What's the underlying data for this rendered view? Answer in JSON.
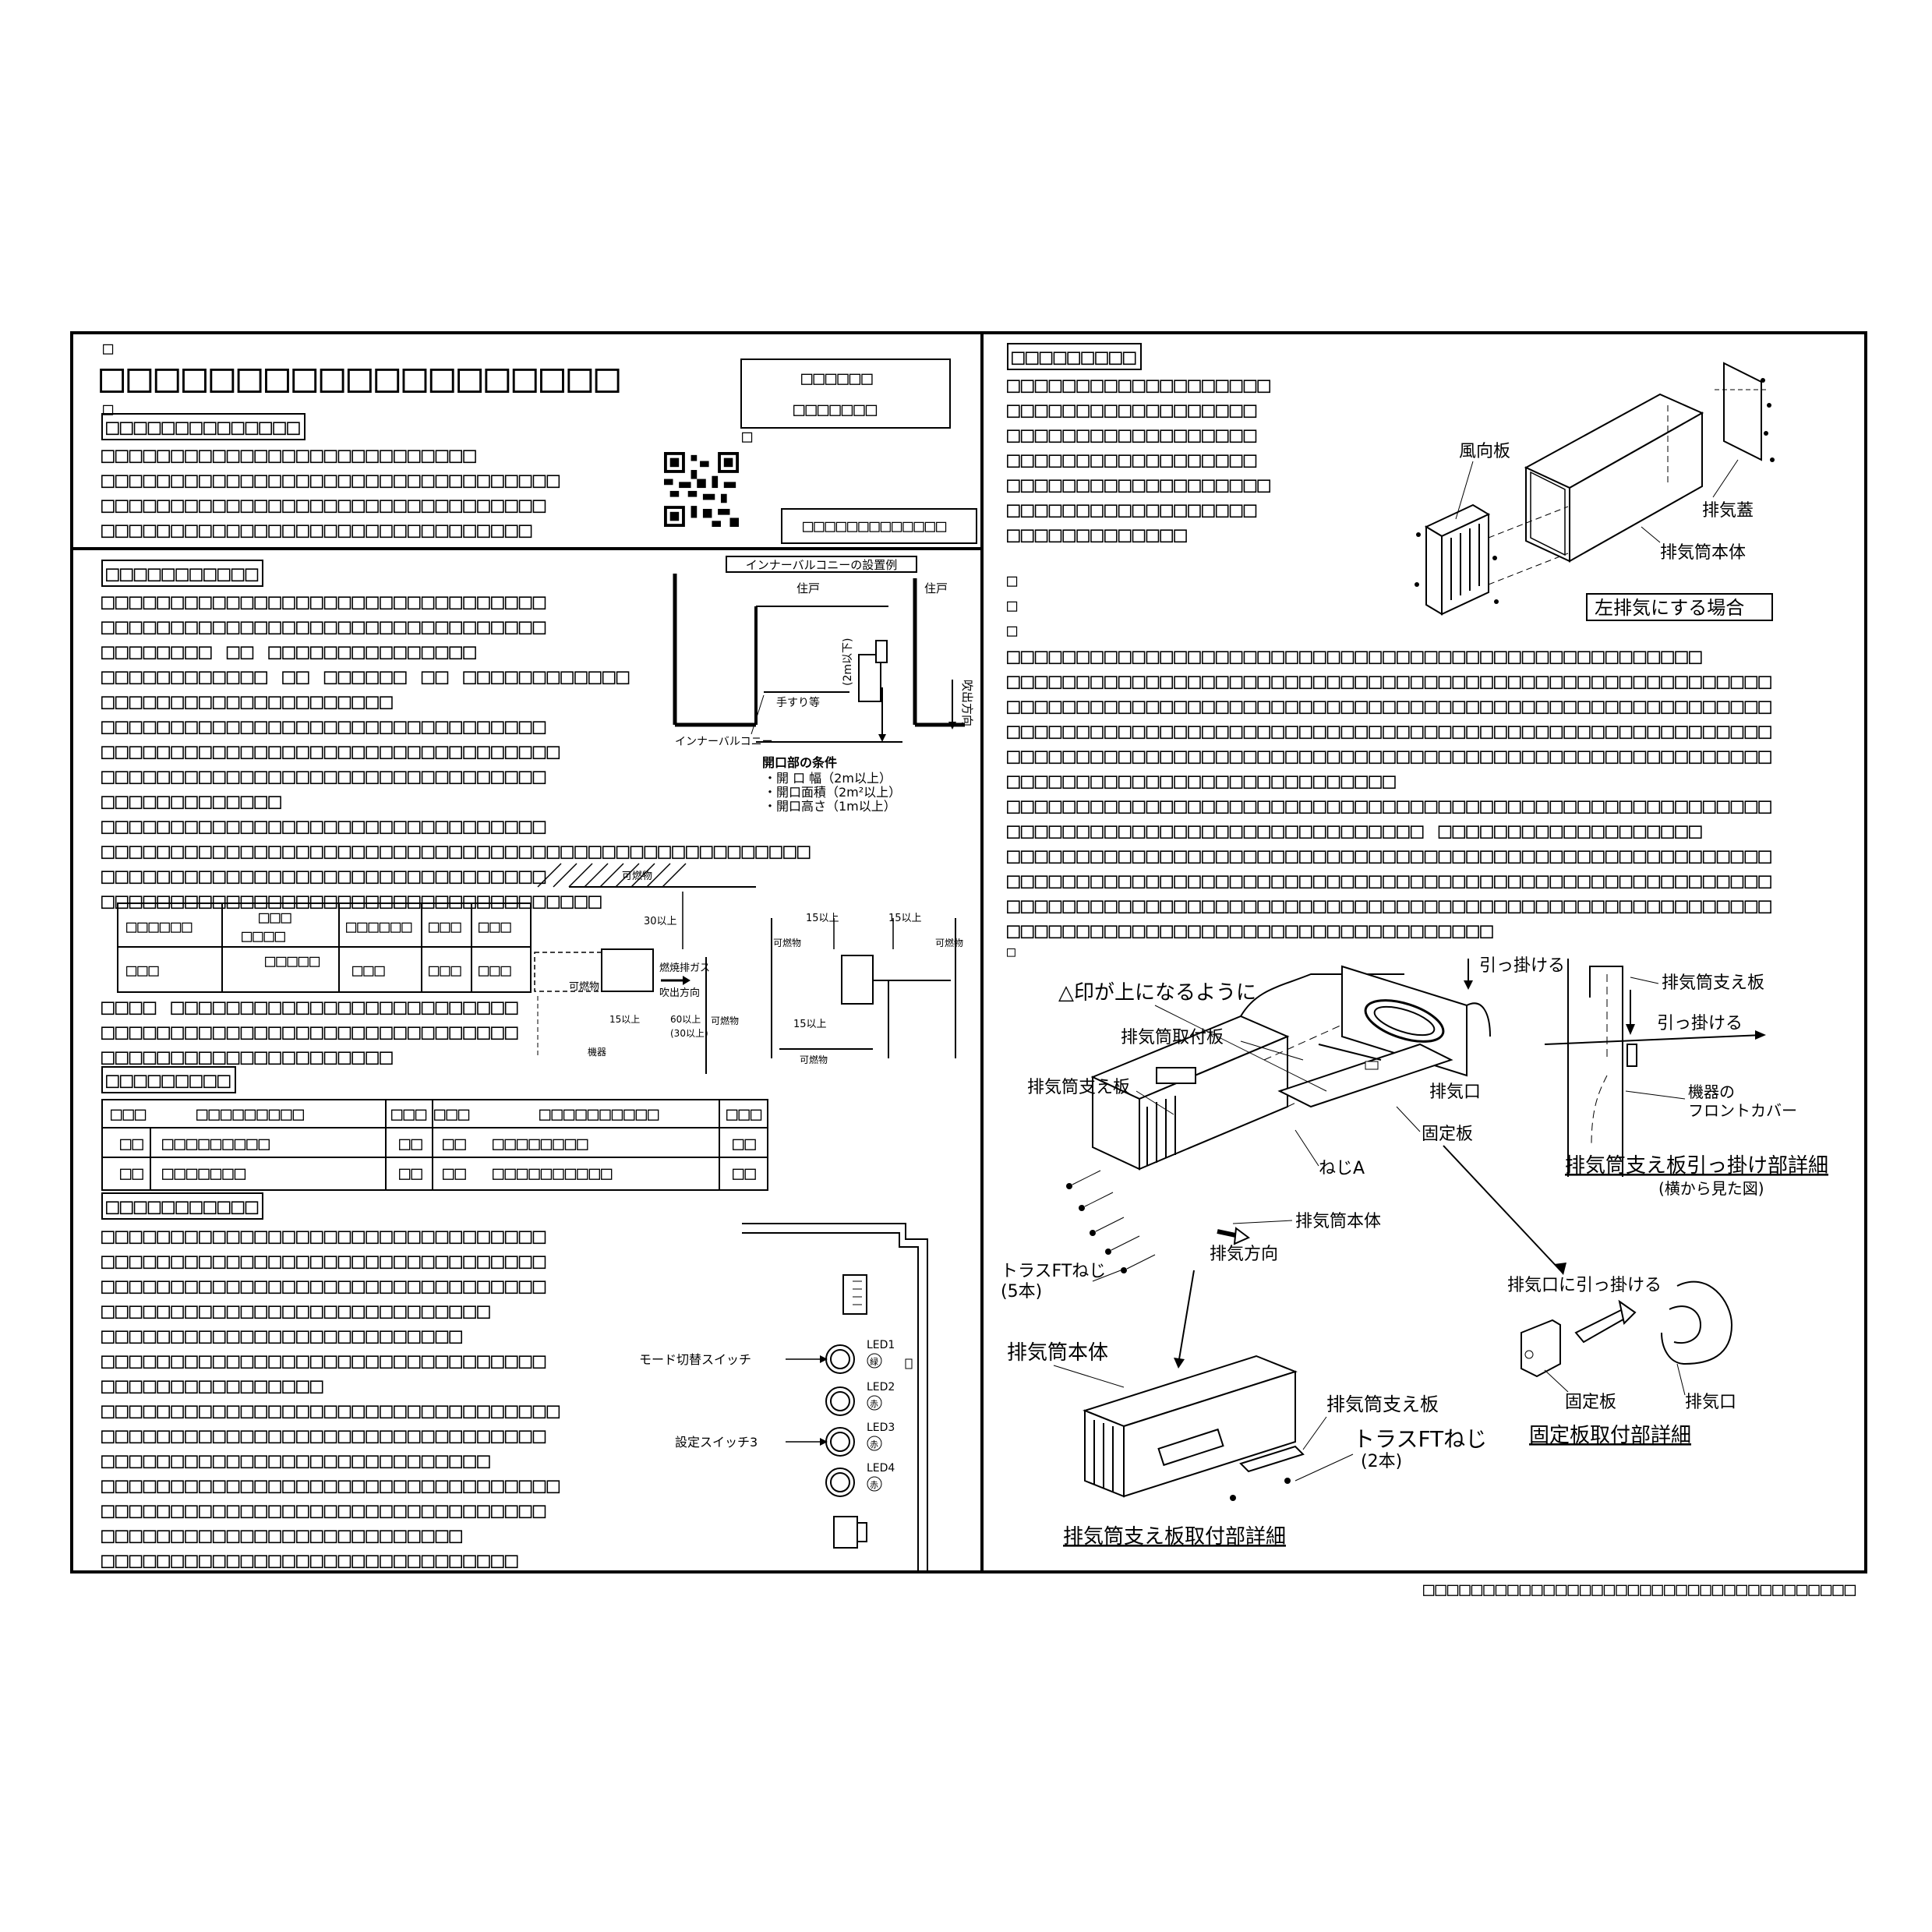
{
  "left": {
    "balcony": {
      "title": "インナーバルコニーの設置例",
      "dwelling1": "住戸",
      "dwelling2": "住戸",
      "handrail": "手すり等",
      "height": "(2m以下)",
      "inner_balcony": "インナーバルコニー",
      "blow_direction": "吹出方向",
      "cond_title": "開口部の条件",
      "cond1": "・開 口 幅（2m以上）",
      "cond2": "・開口面積（2m²以上）",
      "cond3": "・開口高さ（1m以上）"
    },
    "clearance": {
      "flammable": "可燃物",
      "d30": "30以上",
      "gas": "燃焼排ガス",
      "blow": "吹出方向",
      "d15": "15以上",
      "d60": "60以上",
      "d30b": "(30以上)",
      "device": "機器"
    },
    "switch": {
      "led1": "LED1",
      "led2": "LED2",
      "led3": "LED3",
      "led4": "LED4",
      "green": "緑",
      "red": "赤",
      "mode_switch": "モード切替スイッチ",
      "setting_switch": "設定スイッチ3"
    }
  },
  "right": {
    "top": {
      "wind_plate": "風向板",
      "exhaust_cover": "排気蓋",
      "body": "排気筒本体",
      "left_case": "左排気にする場合"
    },
    "assembly": {
      "triangle_up": "△印が上になるように",
      "hook": "引っ掛ける",
      "mount_plate": "排気筒取付板",
      "support_plate": "排気筒支え板",
      "exhaust_port": "排気口",
      "fixing_plate": "固定板",
      "screw_a": "ねじA",
      "body": "排気筒本体",
      "exhaust_dir": "排気方向",
      "truss": "トラスFTねじ",
      "qty5": "(5本)",
      "qty2": "(2本)",
      "detail_support": "排気筒支え板取付部詳細",
      "support_plate2": "排気筒支え板",
      "hook2": "引っ掛ける",
      "front_cover": "機器の\nフロントカバー",
      "detail_hook": "排気筒支え板引っ掛け部詳細",
      "side_view": "(横から見た図)",
      "hook_port": "排気口に引っ掛ける",
      "fixing_plate2": "固定板",
      "exhaust_port2": "排気口",
      "detail_fixing": "固定板取付部詳細"
    }
  },
  "tofu": {
    "t1": "□",
    "title": "□□□□□□□□□□□□□□□□□□□",
    "t2": "□",
    "model1": "□□□□□□",
    "model2": "□□□□□□□",
    "small1": "□",
    "s1_head": "□□□□□□□□□□□□□□",
    "s1_l1": "□□□□□□□□□□□□□□□□□□□□□□□□□□□",
    "s1_l2": "□□□□□□□□□□□□□□□□□□□□□□□□□□□□□□□□□",
    "s1_l3": "□□□□□□□□□□□□□□□□□□□□□□□□□□□□□□□□",
    "s1_l4": "□□□□□□□□□□□□□□□□□□□□□□□□□□□□□□□",
    "docnum": "□□□□□□□□□□□□□",
    "s2_head": "□□□□□□□□□□□",
    "s2_l": [
      "□□□□□□□□□□□□□□□□□□□□□□□□□□□□□□□□",
      "□□□□□□□□□□□□□□□□□□□□□□□□□□□□□□□□",
      "□□□□□□□□ □□ □□□□□□□□□□□□□□□",
      "□□□□□□□□□□□□ □□ □□□□□□ □□ □□□□□□□□□□□□",
      "□□□□□□□□□□□□□□□□□□□□□",
      "□□□□□□□□□□□□□□□□□□□□□□□□□□□□□□□□",
      "□□□□□□□□□□□□□□□□□□□□□□□□□□□□□□□□□",
      "□□□□□□□□□□□□□□□□□□□□□□□□□□□□□□□□",
      "□□□□□□□□□□□□□",
      "□□□□□□□□□□□□□□□□□□□□□□□□□□□□□□□□",
      "□□□□□□□□□□□□□□□□□□□□□□□□□□□□□□□□□□□□□□□□□□□□□□□□□□□",
      "□□□□□□□□□□□□□□□□□□□□□□□□□□□□□□□□",
      "□□□□□□□□□□□□□□□□□□□□□□□□□□□□□□□□□□□□",
      "□□□□ □□□□□□□□□□□□□□□□□□□□□□□□□",
      "□□□□□□□□□□□□□□□□□□□□□□□□□□□□□□",
      "□□□□□□□□□□□□□□□□□□□□□"
    ],
    "tbl1": [
      "□□□□□□",
      "□□□",
      "□□□□",
      "□□□□□□",
      "□□□",
      "□□□",
      "□□□",
      "□□□□□",
      "□□□",
      "□□□",
      "□□□",
      "□□□"
    ],
    "s3_head": "□□□□□□□□□",
    "tbl2_head": [
      "□□□",
      "□□□□□□□□□",
      "□□□",
      "□□□",
      "□□□□□□□□□□",
      "□□□"
    ],
    "tbl2_r1": [
      "□□",
      "□□□□□□□□□",
      "□□",
      "□□",
      "□□□□□□□□",
      "□□"
    ],
    "tbl2_r2": [
      "□□",
      "□□□□□□□",
      "□□",
      "□□",
      "□□□□□□□□□□",
      "□□"
    ],
    "s4_head": "□□□□□□□□□□□",
    "s4_l": [
      "□□□□□□□□□□□□□□□□□□□□□□□□□□□□□□□□",
      "□□□□□□□□□□□□□□□□□□□□□□□□□□□□□□□□",
      "□□□□□□□□□□□□□□□□□□□□□□□□□□□□□□□□",
      "□□□□□□□□□□□□□□□□□□□□□□□□□□□□",
      "□□□□□□□□□□□□□□□□□□□□□□□□□□",
      "□□□□□□□□□□□□□□□□□□□□□□□□□□□□□□□□",
      "□□□□□□□□□□□□□□□□",
      "□□□□□□□□□□□□□□□□□□□□□□□□□□□□□□□□□",
      "□□□□□□□□□□□□□□□□□□□□□□□□□□□□□□□□",
      "□□□□□□□□□□□□□□□□□□□□□□□□□□□□",
      "□□□□□□□□□□□□□□□□□□□□□□□□□□□□□□□□□",
      "□□□□□□□□□□□□□□□□□□□□□□□□□□□□□□□□",
      "□□□□□□□□□□□□□□□□□□□□□□□□□□",
      "□□□□□□□□□□□□□□□□□□□□□□□□□□□□□□"
    ],
    "r_head": "□□□□□□□□□",
    "r_l": [
      "□□□□□□□□□□□□□□□□□□□",
      "□□□□□□□□□□□□□□□□□□",
      "□□□□□□□□□□□□□□□□□□",
      "□□□□□□□□□□□□□□□□□□",
      "□□□□□□□□□□□□□□□□□□□",
      "□□□□□□□□□□□□□□□□□□",
      "□□□□□□□□□□□□□",
      "□",
      "□",
      "□"
    ],
    "r_p": [
      "□□□□□□□□□□□□□□□□□□□□□□□□□□□□□□□□□□□□□□□□□□□□□□□□□□",
      "□□□□□□□□□□□□□□□□□□□□□□□□□□□□□□□□□□□□□□□□□□□□□□□□□□□□□□□",
      "□□□□□□□□□□□□□□□□□□□□□□□□□□□□□□□□□□□□□□□□□□□□□□□□□□□□□□□",
      "□□□□□□□□□□□□□□□□□□□□□□□□□□□□□□□□□□□□□□□□□□□□□□□□□□□□□□□",
      "□□□□□□□□□□□□□□□□□□□□□□□□□□□□□□□□□□□□□□□□□□□□□□□□□□□□□□□",
      "□□□□□□□□□□□□□□□□□□□□□□□□□□□□",
      "□□□□□□□□□□□□□□□□□□□□□□□□□□□□□□□□□□□□□□□□□□□□□□□□□□□□□□□",
      "□□□□□□□□□□□□□□□□□□□□□□□□□□□□□□ □□□□□□□□□□□□□□□□□□□",
      "□□□□□□□□□□□□□□□□□□□□□□□□□□□□□□□□□□□□□□□□□□□□□□□□□□□□□□□",
      "□□□□□□□□□□□□□□□□□□□□□□□□□□□□□□□□□□□□□□□□□□□□□□□□□□□□□□□",
      "□□□□□□□□□□□□□□□□□□□□□□□□□□□□□□□□□□□□□□□□□□□□□□□□□□□□□□□",
      "□□□□□□□□□□□□□□□□□□□□□□□□□□□□□□□□□□□",
      "□"
    ],
    "footer": "□□□□□□□□□□□□□□□□□□□□□□□□□□□□□□□□□□□□"
  }
}
